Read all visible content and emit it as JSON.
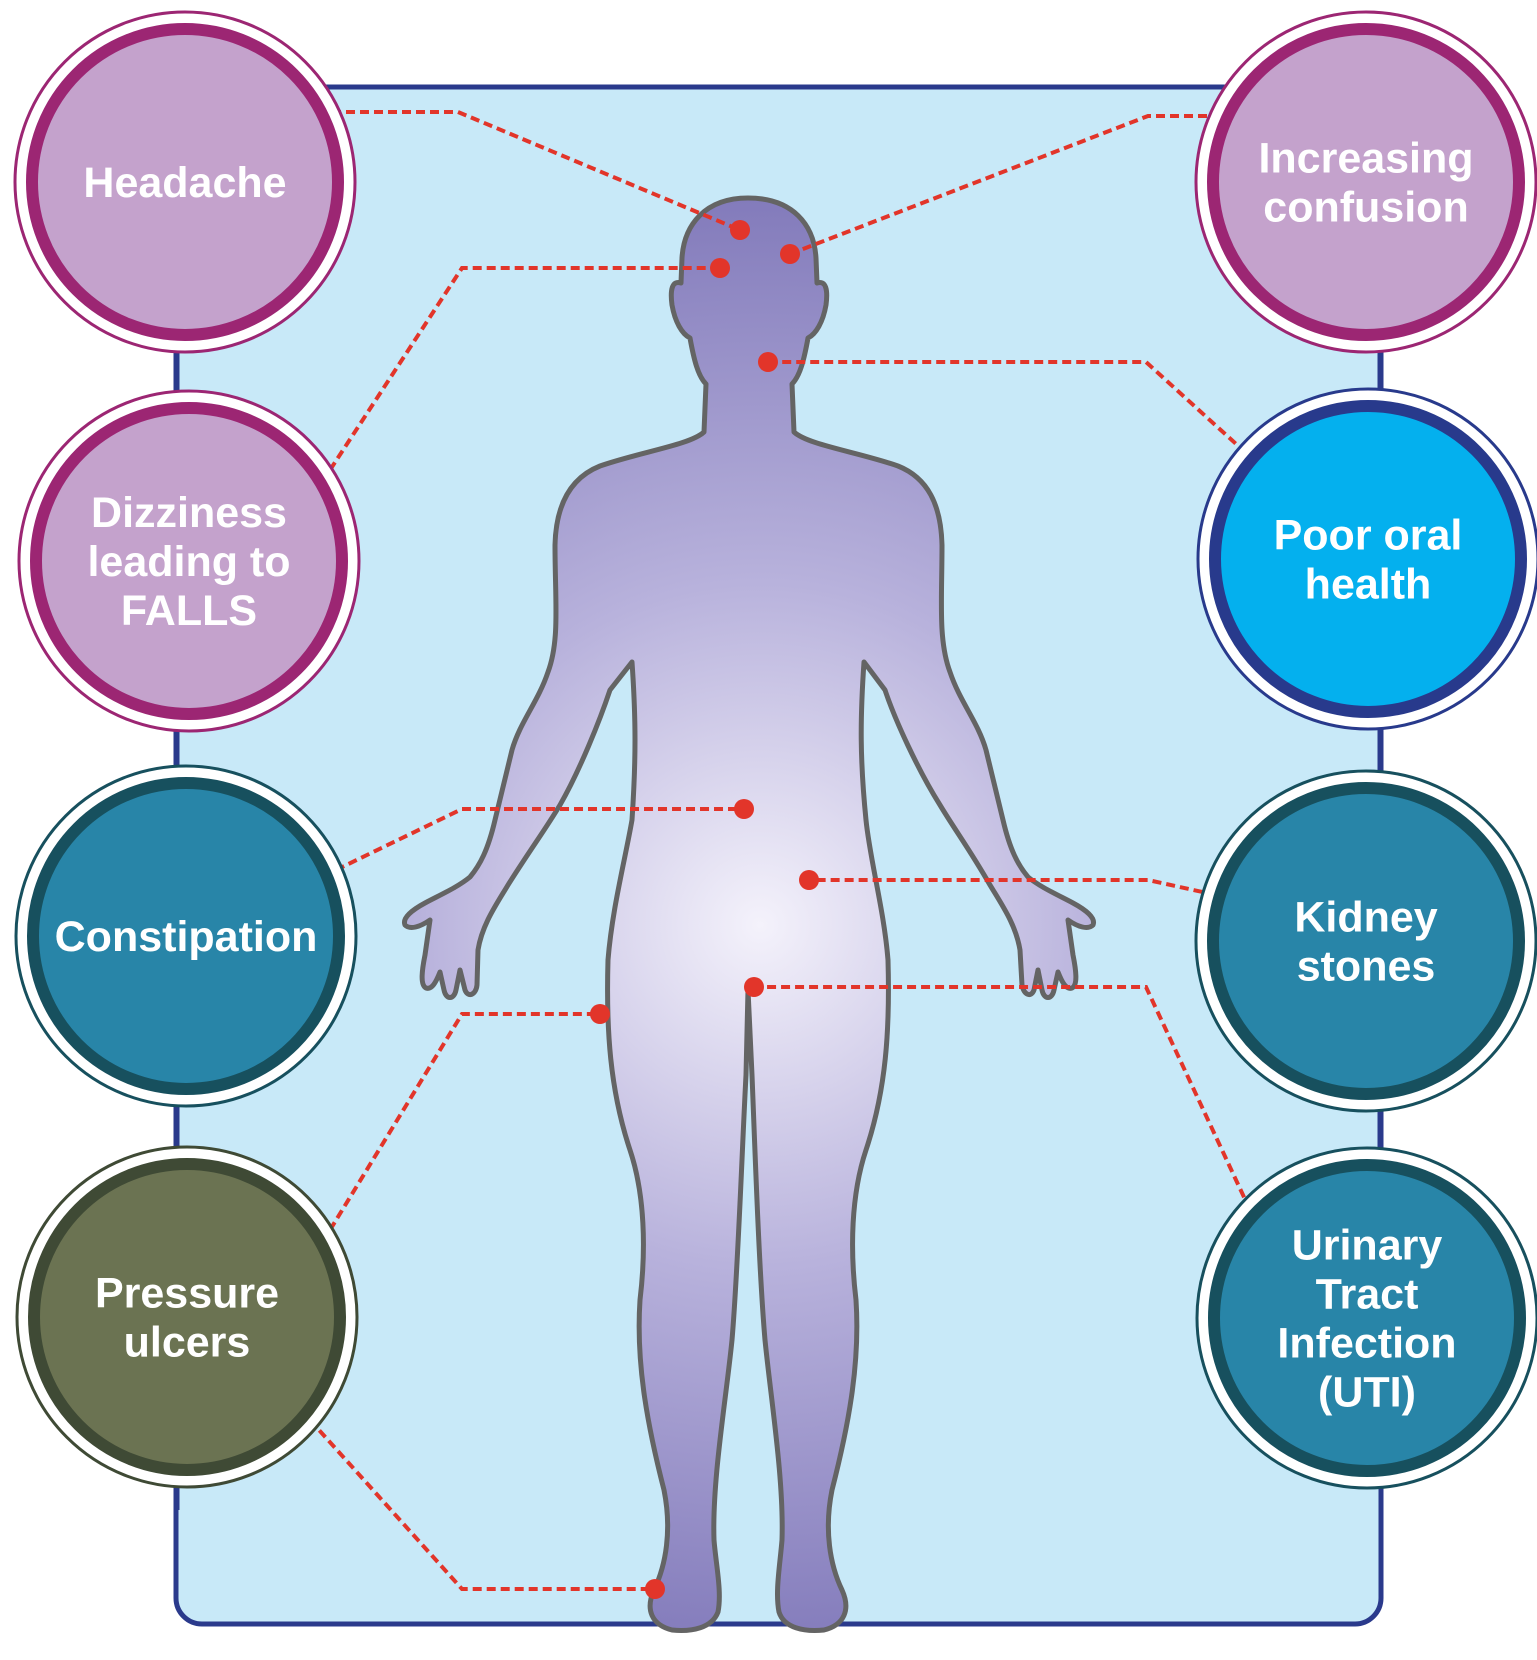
{
  "colors": {
    "background": "#ffffff",
    "panel_fill": "#c8e9f8",
    "panel_border": "#2a3a8c",
    "connector": "#e2352a",
    "body_outline": "#646464",
    "body_light": "#f4f2fb",
    "body_dark": "#7e76b8"
  },
  "symptoms": {
    "headache": {
      "lines": [
        "Headache"
      ],
      "fill": "#c4a2cc",
      "ring": "#9c2673"
    },
    "confusion": {
      "lines": [
        "Increasing",
        "confusion"
      ],
      "fill": "#c4a2cc",
      "ring": "#9c2673"
    },
    "dizziness": {
      "lines": [
        "Dizziness",
        "leading to",
        "FALLS"
      ],
      "fill": "#c4a2cc",
      "ring": "#9c2673"
    },
    "oral_health": {
      "lines": [
        "Poor oral",
        "health"
      ],
      "fill": "#04b0ee",
      "ring": "#283a8c"
    },
    "constipation": {
      "lines": [
        "Constipation"
      ],
      "fill": "#2885a8",
      "ring": "#17505e"
    },
    "kidney_stones": {
      "lines": [
        "Kidney",
        "stones"
      ],
      "fill": "#2885a8",
      "ring": "#17505e"
    },
    "pressure_ulcers": {
      "lines": [
        "Pressure",
        "ulcers"
      ],
      "fill": "#6b7352",
      "ring": "#3f4a35"
    },
    "uti": {
      "lines": [
        "Urinary",
        "Tract",
        "Infection",
        "(UTI)"
      ],
      "fill": "#2885a8",
      "ring": "#17505e"
    }
  }
}
